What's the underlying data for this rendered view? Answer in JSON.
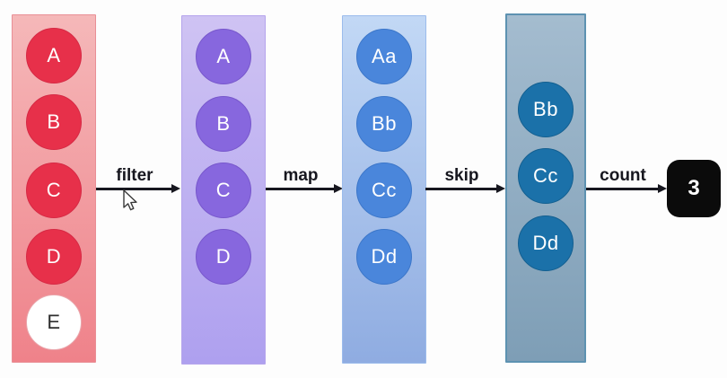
{
  "diagram": {
    "stages": [
      {
        "name": "source-stream",
        "items": [
          "A",
          "B",
          "C",
          "D",
          "E"
        ]
      },
      {
        "name": "after-filter",
        "items": [
          "A",
          "B",
          "C",
          "D"
        ]
      },
      {
        "name": "after-map",
        "items": [
          "Aa",
          "Bb",
          "Cc",
          "Dd"
        ]
      },
      {
        "name": "after-skip",
        "items": [
          "Bb",
          "Cc",
          "Dd"
        ]
      }
    ],
    "operators": [
      {
        "label": "filter"
      },
      {
        "label": "map"
      },
      {
        "label": "skip"
      },
      {
        "label": "count"
      }
    ],
    "result": {
      "value": "3"
    }
  },
  "colors": {
    "c1-top": "#F5B8B9",
    "c1-bottom": "#EF828A",
    "c1-border": "#E98F96",
    "c1-circle": "#E7304A",
    "c1-circle-border": "#D62944",
    "c2-top": "#CFC3F3",
    "c2-bottom": "#AEA0EF",
    "c2-border": "#B5A5EC",
    "c2-circle": "#8767DE",
    "c2-circle-border": "#7757CB",
    "c3-top": "#C2D8F5",
    "c3-bottom": "#8FACE1",
    "c3-border": "#9CBCEC",
    "c3-circle": "#4A86DB",
    "c3-circle-border": "#3B76C9",
    "c4-top": "#A4BCCF",
    "c4-bottom": "#7E9EB6",
    "c4-border": "#5D92B1",
    "c4-circle": "#1B71A9",
    "c4-circle-border": "#135F90",
    "ink": "#17171F",
    "result-bg": "#0B0B0B",
    "plain-circle": "#FFFFFF",
    "plain-text": "#2F2F2F"
  }
}
